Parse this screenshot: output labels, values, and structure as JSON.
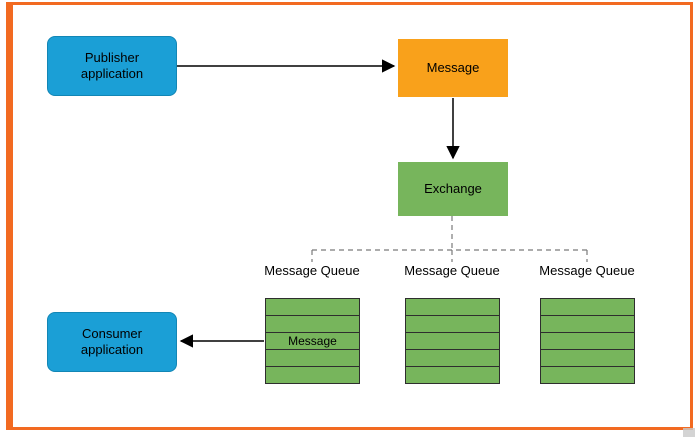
{
  "diagram": {
    "publisher": {
      "label": "Publisher application"
    },
    "message_box": {
      "label": "Message"
    },
    "exchange": {
      "label": "Exchange"
    },
    "queues": [
      {
        "label": "Message Queue"
      },
      {
        "label": "Message Queue"
      },
      {
        "label": "Message Queue"
      }
    ],
    "queued_message": {
      "label": "Message"
    },
    "consumer": {
      "label": "Consumer application"
    }
  },
  "colors": {
    "frame": "#f26a21",
    "blue": "#1b9fd6",
    "blue-border": "#1286b5",
    "orange": "#f9a11b",
    "green": "#77b55c",
    "connector": "#000000",
    "dashed": "#7a7a7a"
  }
}
